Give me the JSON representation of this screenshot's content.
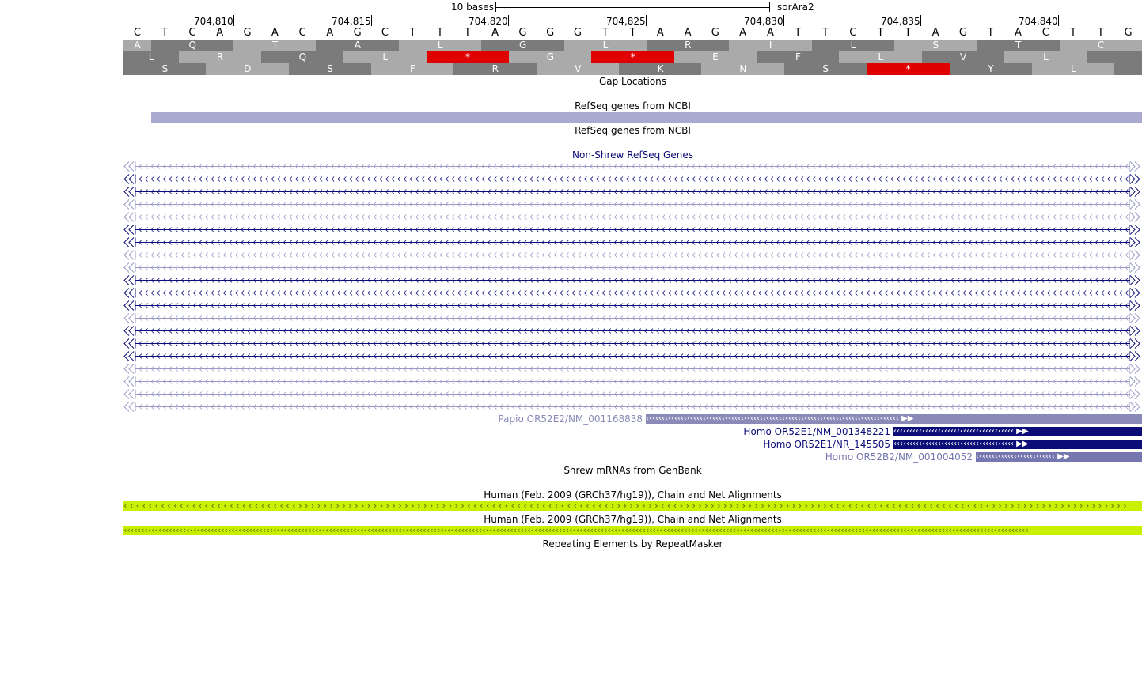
{
  "ruler": {
    "scale_label": "10 bases",
    "assembly": "sorAra2",
    "positions": [
      "704,810",
      "704,815",
      "704,820",
      "704,825",
      "704,830",
      "704,835",
      "704,840"
    ]
  },
  "sequence": [
    "C",
    "T",
    "C",
    "A",
    "G",
    "A",
    "C",
    "A",
    "G",
    "C",
    "T",
    "T",
    "T",
    "A",
    "G",
    "G",
    "G",
    "T",
    "T",
    "A",
    "A",
    "G",
    "A",
    "A",
    "T",
    "T",
    "C",
    "T",
    "T",
    "A",
    "G",
    "T",
    "A",
    "C",
    "T",
    "T",
    "G"
  ],
  "frames": [
    [
      "A",
      "",
      "",
      "Q",
      "",
      "",
      "T",
      "",
      "",
      "A",
      "",
      "",
      "L",
      "",
      "",
      "G",
      "",
      "",
      "L",
      "",
      "",
      "R",
      "",
      "",
      "I",
      "",
      "",
      "L",
      "",
      "",
      "S",
      "",
      "",
      "T",
      "",
      "",
      "C"
    ],
    [
      "",
      "L",
      "",
      "",
      "R",
      "",
      "",
      "Q",
      "",
      "",
      "L",
      "",
      "",
      "*",
      "",
      "",
      "G",
      "",
      "",
      "*",
      "",
      "",
      "E",
      "",
      "",
      "F",
      "",
      "",
      "L",
      "",
      "",
      "V",
      "",
      "",
      "L",
      ""
    ],
    [
      "",
      "",
      "S",
      "",
      "",
      "D",
      "",
      "",
      "S",
      "",
      "",
      "F",
      "",
      "",
      "R",
      "",
      "",
      "V",
      "",
      "",
      "K",
      "",
      "",
      "N",
      "",
      "",
      "S",
      "",
      "",
      "*",
      "",
      "",
      "Y",
      "",
      "",
      "L"
    ]
  ],
  "tracks": {
    "gap": "Gap Locations",
    "refseq_ncbi_1": "RefSeq genes from NCBI",
    "refseq_ncbi_2": "RefSeq genes from NCBI",
    "non_shrew": "Non-Shrew RefSeq Genes",
    "shrew_mrna": "Shrew mRNAs from GenBank",
    "chain_net_1": "Human (Feb. 2009 (GRCh37/hg19)), Chain and Net Alignments",
    "chain_net_2": "Human (Feb. 2009 (GRCh37/hg19)), Chain and Net Alignments",
    "repeatmasker": "Repeating Elements by RepeatMasker"
  },
  "genes": [
    {
      "label": "Papio OR52E2/NM_001168838",
      "color": "#8a8ab8"
    },
    {
      "label": "Homo OR52E1/NM_001348221",
      "color": "#0c0c78"
    },
    {
      "label": "Homo OR52E1/NR_145505",
      "color": "#0c0c78"
    },
    {
      "label": "Homo OR52B2/NM_001004052",
      "color": "#7676b0"
    }
  ],
  "colors": {
    "stop_codon": "#e00000",
    "aa_dark": "#7b7b7b",
    "aa_light": "#aaaaaa",
    "refseq_bar": "#aaaad0",
    "chain": "#c8f000"
  }
}
